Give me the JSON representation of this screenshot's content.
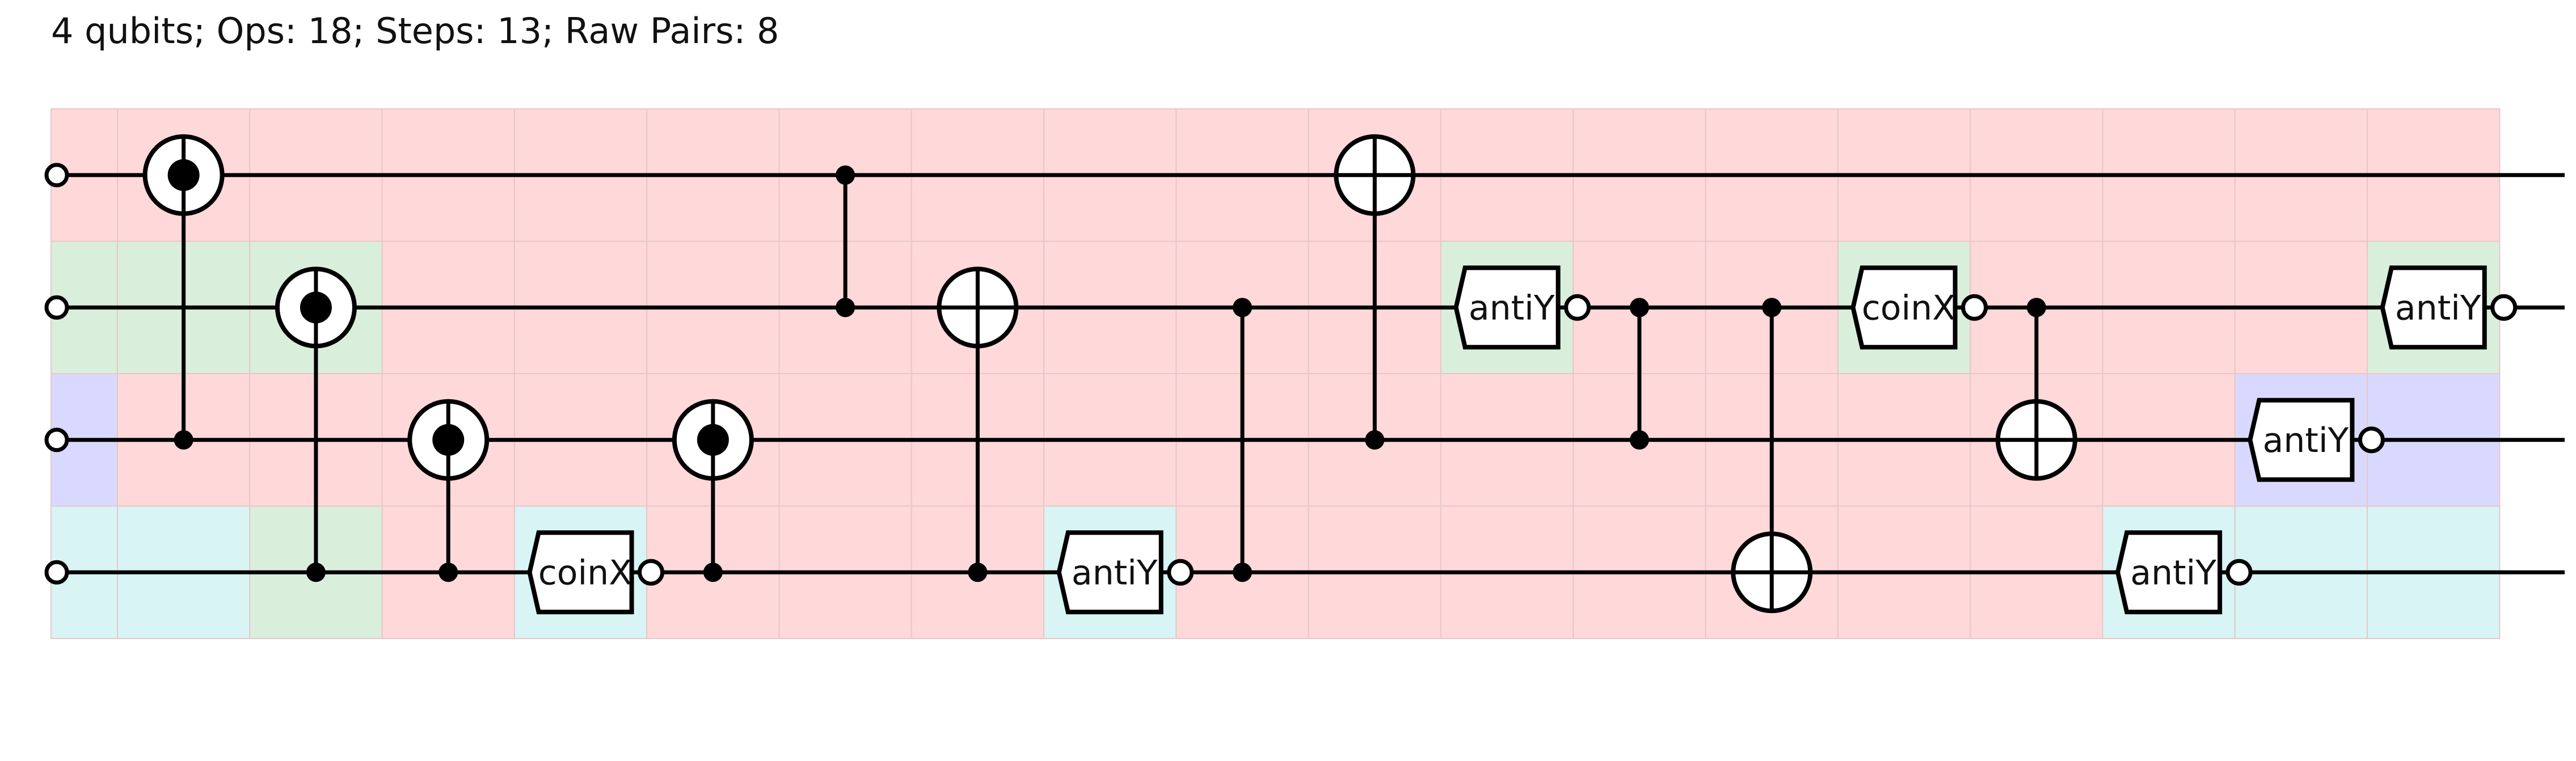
{
  "summary": "4 qubits; Ops: 18; Steps: 13; Raw Pairs: 8",
  "colors": {
    "red": "#ffd8da",
    "green": "#d9eedb",
    "blue": "#d9d9ff",
    "cyan": "#d8f4f4",
    "gridline": "#e6c8c8",
    "wire": "#000000",
    "gate_fill": "#ffffff"
  },
  "qubits": 4,
  "columns": 19,
  "cell_colors": [
    [
      "red",
      "red",
      "red",
      "red",
      "red",
      "red",
      "red",
      "red",
      "red",
      "red",
      "red",
      "red",
      "red",
      "red",
      "red",
      "red",
      "red",
      "red",
      "red"
    ],
    [
      "green",
      "green",
      "green",
      "red",
      "red",
      "red",
      "red",
      "red",
      "red",
      "red",
      "red",
      "green",
      "red",
      "red",
      "green",
      "red",
      "red",
      "red",
      "green"
    ],
    [
      "blue",
      "red",
      "red",
      "red",
      "red",
      "red",
      "red",
      "red",
      "red",
      "red",
      "red",
      "red",
      "red",
      "red",
      "red",
      "red",
      "red",
      "blue",
      "blue"
    ],
    [
      "cyan",
      "cyan",
      "green",
      "red",
      "cyan",
      "red",
      "red",
      "red",
      "cyan",
      "red",
      "red",
      "red",
      "red",
      "red",
      "red",
      "red",
      "cyan",
      "cyan",
      "cyan"
    ]
  ],
  "ops": [
    {
      "type": "cnot",
      "col": 1,
      "target": 0,
      "control": 2,
      "style": "dot"
    },
    {
      "type": "cnot",
      "col": 2,
      "target": 1,
      "control": 3,
      "style": "dot"
    },
    {
      "type": "cnot",
      "col": 3,
      "target": 2,
      "control": 3,
      "style": "dot"
    },
    {
      "type": "gate",
      "col": 4,
      "qubit": 3,
      "label": "coinX"
    },
    {
      "type": "cnot",
      "col": 5,
      "target": 2,
      "control": 3,
      "style": "dot"
    },
    {
      "type": "cz",
      "col": 6,
      "qubits": [
        0,
        1
      ]
    },
    {
      "type": "cnot",
      "col": 7,
      "target": 1,
      "control": 3,
      "style": "plus"
    },
    {
      "type": "gate",
      "col": 8,
      "qubit": 3,
      "label": "antiY"
    },
    {
      "type": "cz",
      "col": 9,
      "qubits": [
        1,
        3
      ]
    },
    {
      "type": "cnot",
      "col": 10,
      "target": 0,
      "control": 2,
      "style": "plus"
    },
    {
      "type": "gate",
      "col": 11,
      "qubit": 1,
      "label": "antiY"
    },
    {
      "type": "cz",
      "col": 12,
      "qubits": [
        1,
        2
      ]
    },
    {
      "type": "cnot",
      "col": 13,
      "target": 3,
      "control": 1,
      "style": "plus"
    },
    {
      "type": "gate",
      "col": 14,
      "qubit": 1,
      "label": "coinX"
    },
    {
      "type": "cnot",
      "col": 15,
      "target": 2,
      "control": 1,
      "style": "plus"
    },
    {
      "type": "gate",
      "col": 16,
      "qubit": 3,
      "label": "antiY"
    },
    {
      "type": "gate",
      "col": 17,
      "qubit": 2,
      "label": "antiY"
    },
    {
      "type": "gate",
      "col": 18,
      "qubit": 1,
      "label": "antiY"
    }
  ]
}
